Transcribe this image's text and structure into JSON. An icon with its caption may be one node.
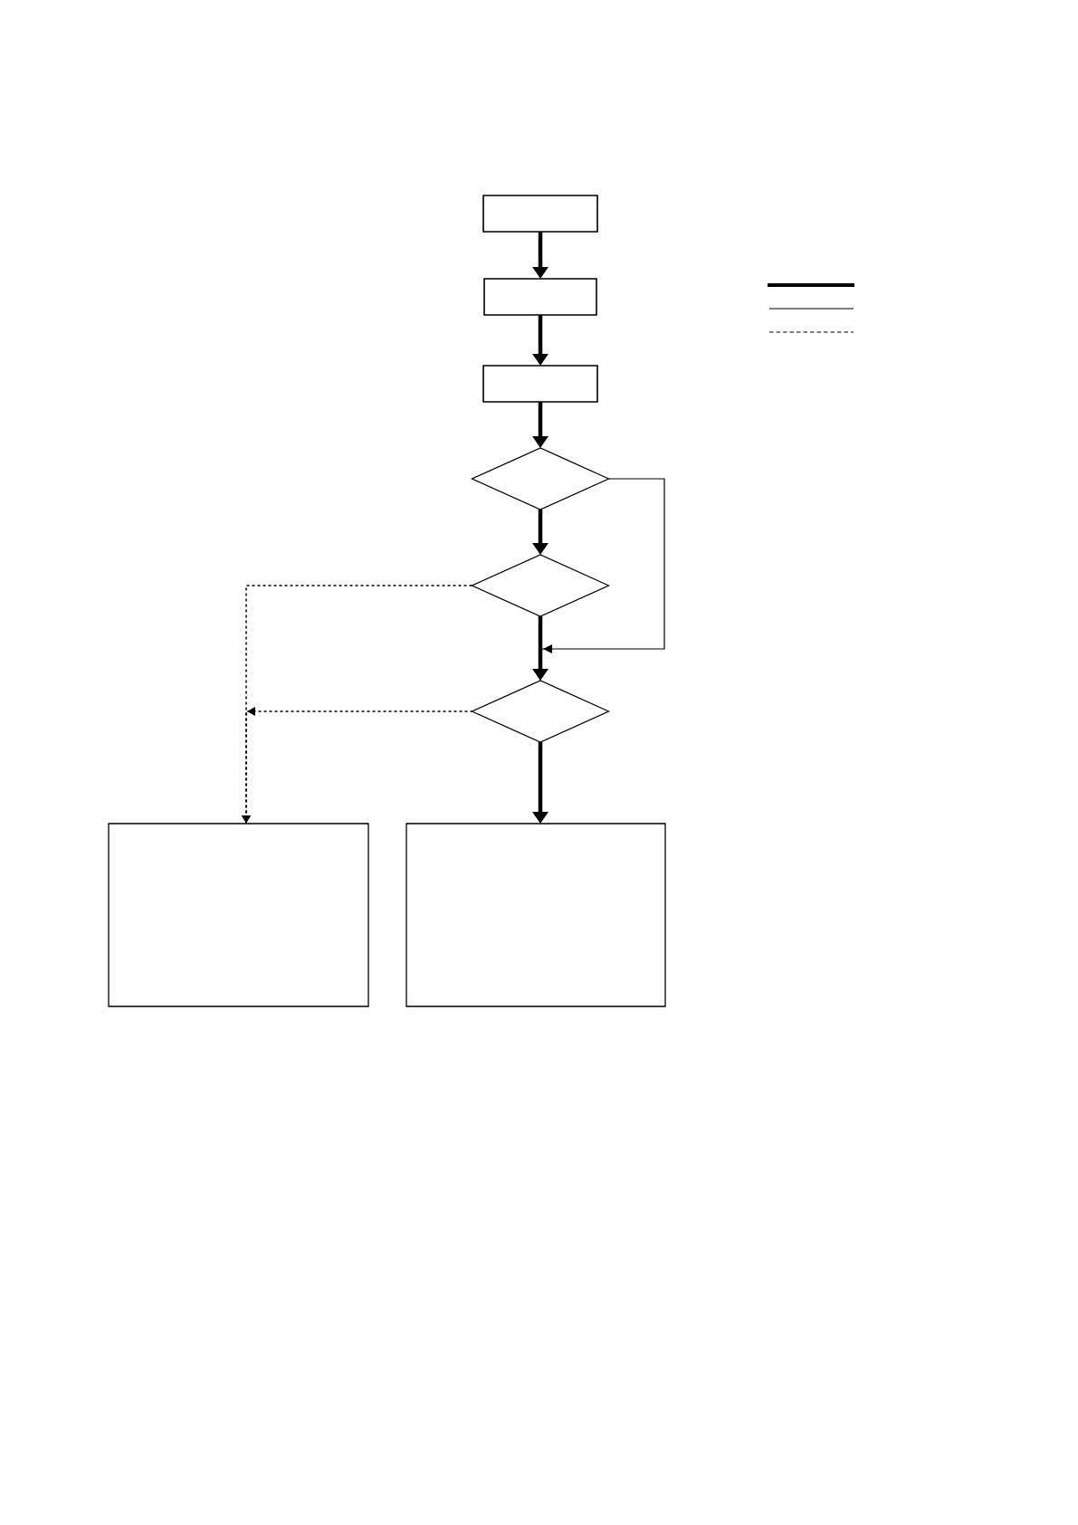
{
  "diagram": {
    "nodes": [
      {
        "text": [],
        "shape": "box"
      },
      {
        "text": [],
        "shape": "box"
      },
      {
        "text": [],
        "shape": "box"
      },
      {
        "text": [],
        "shape": "diamond"
      },
      {
        "text": [],
        "shape": "diamond"
      },
      {
        "text": [],
        "shape": "diamond"
      },
      {
        "text": [],
        "shape": "box"
      },
      {
        "text": [],
        "shape": "box"
      }
    ],
    "edges": [
      {
        "from": 0,
        "to": 1,
        "arrow": "to"
      },
      {
        "from": 1,
        "to": 2,
        "arrow": "to"
      },
      {
        "from": 2,
        "to": 3,
        "arrow": "to"
      },
      {
        "from": 3,
        "to": 4,
        "arrow": "to"
      },
      {
        "from": 4,
        "to": 5,
        "arrow": "to"
      },
      {
        "from": 3,
        "to": 5,
        "arrow": "to"
      },
      {
        "from": 4,
        "to": 6,
        "arrow": "to",
        "style": "dashed"
      },
      {
        "from": 5,
        "to": 6,
        "arrow": "to",
        "style": "dashed"
      },
      {
        "from": 5,
        "to": 7,
        "arrow": "to"
      }
    ]
  }
}
